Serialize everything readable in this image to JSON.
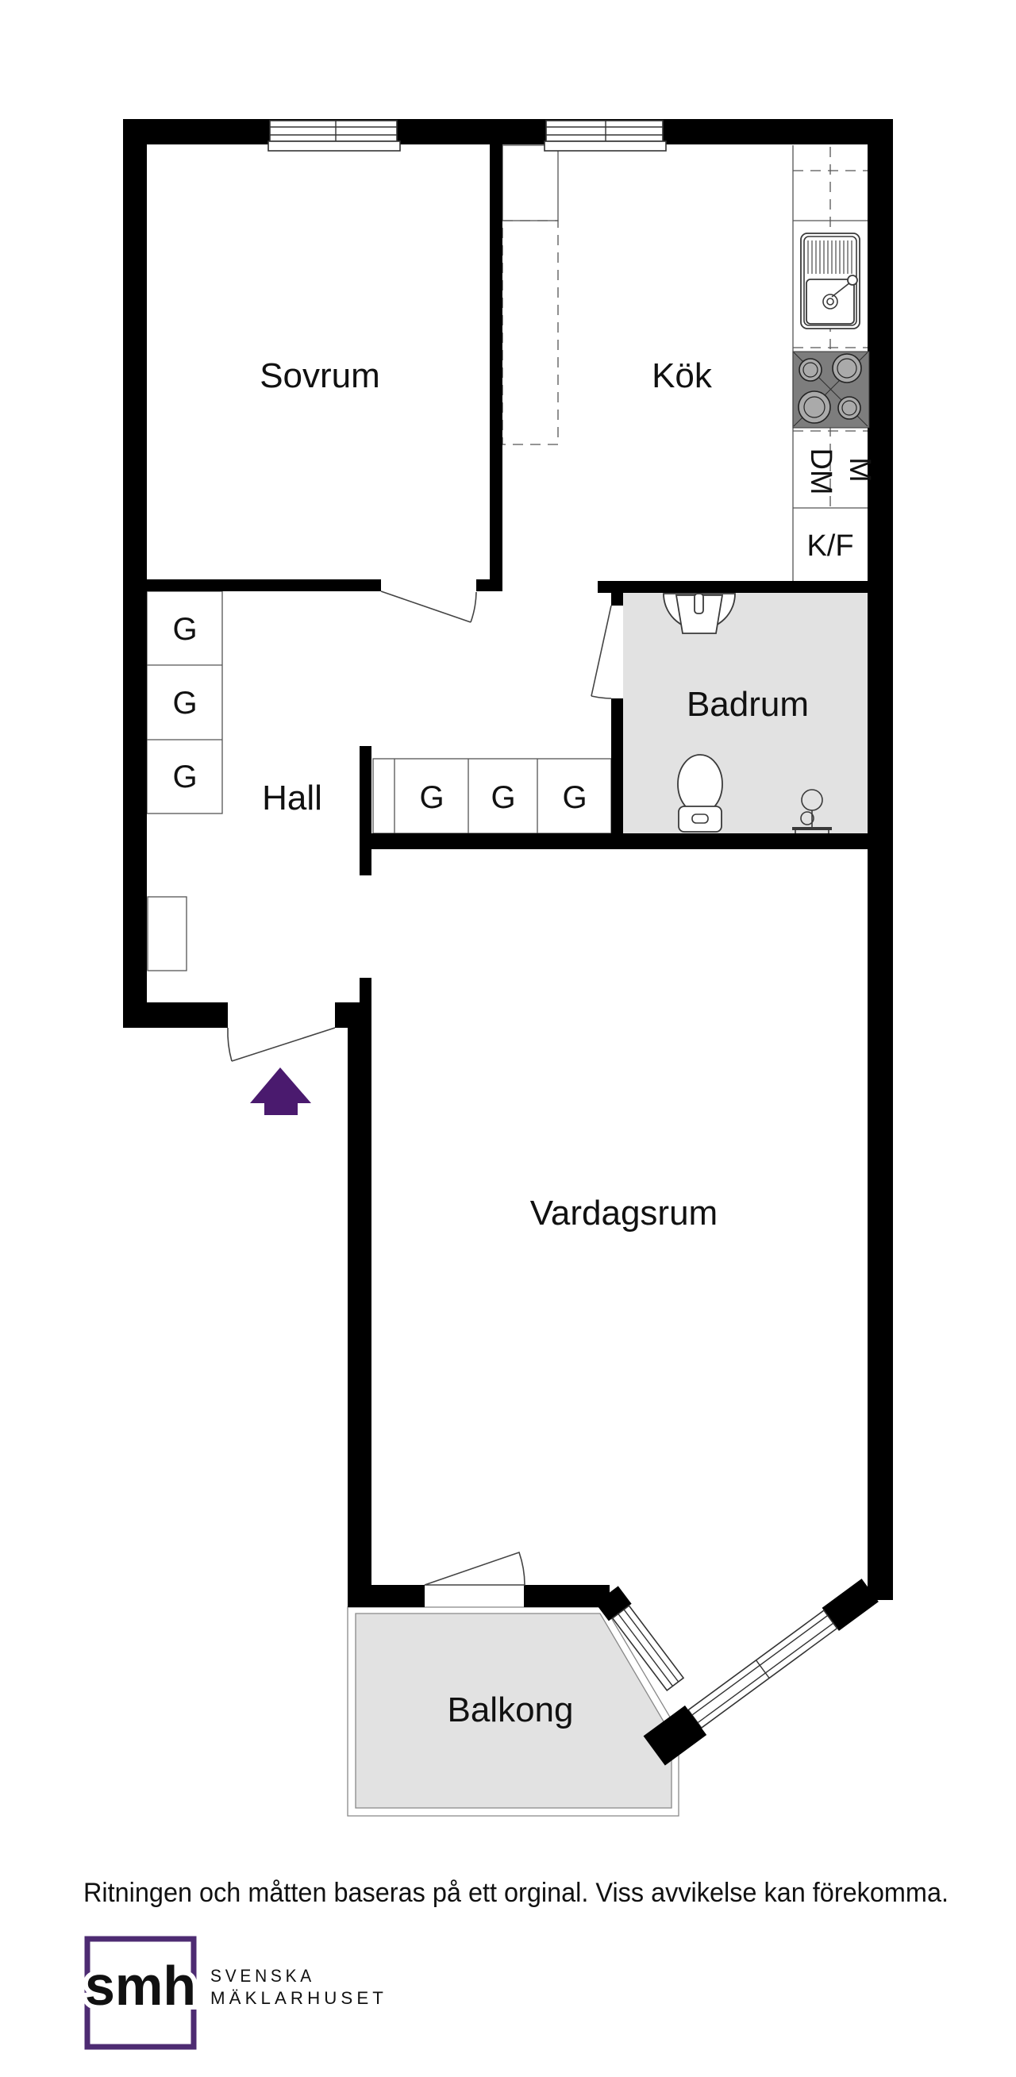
{
  "rooms": {
    "sovrum": "Sovrum",
    "kok": "Kök",
    "badrum": "Badrum",
    "hall": "Hall",
    "vardagsrum": "Vardagsrum",
    "balkong": "Balkong"
  },
  "closets": {
    "label": "G"
  },
  "kitchen": {
    "dishwasher": "DM",
    "microwave": "M",
    "fridge_freezer": "K/F"
  },
  "disclaimer": "Ritningen och måtten baseras på ett orginal. Viss avvikelse kan förekomma.",
  "logo": {
    "monogram": "smh",
    "brand_line1": "SVENSKA",
    "brand_line2": "MÄKLARHUSET"
  },
  "colors": {
    "wall": "#000000",
    "floor": "#e2e2e2",
    "stove_gray": "#7d7d7d",
    "accent_purple": "#4a1a6e",
    "logo_purple": "#4d2b72",
    "brand_text": "#58595b"
  }
}
